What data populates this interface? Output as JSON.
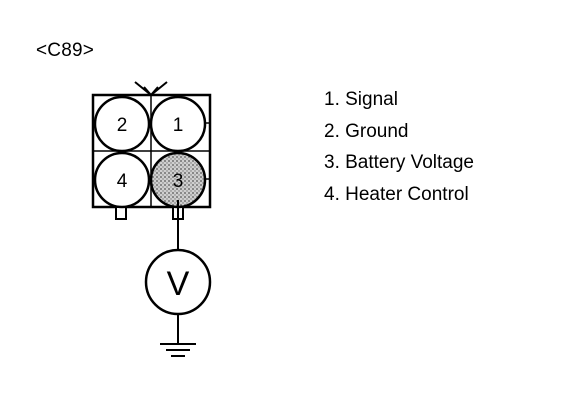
{
  "connector": {
    "label": "<C89>",
    "pins": [
      {
        "number": "2"
      },
      {
        "number": "1"
      },
      {
        "number": "4"
      },
      {
        "number": "3"
      }
    ]
  },
  "meter": {
    "symbol": "V"
  },
  "legend": [
    {
      "text": "1. Signal"
    },
    {
      "text": "2. Ground"
    },
    {
      "text": "3. Battery Voltage"
    },
    {
      "text": "4. Heater Control"
    }
  ],
  "colors": {
    "ink": "#000000",
    "background": "#ffffff",
    "probed_pin_fill": "#b5b5b5"
  }
}
